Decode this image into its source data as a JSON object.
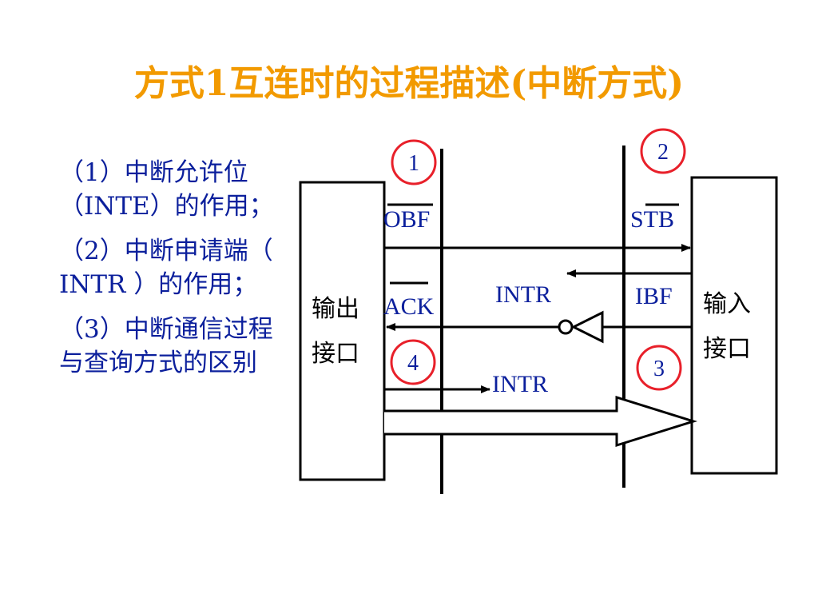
{
  "title": "方式1互连时的过程描述(中断方式)",
  "notes": [
    "（1）中断允许位（INTE）的作用；",
    "（2）中断申请端（ INTR ）的作用；",
    "（3）中断通信过程与查询方式的区别"
  ],
  "diagram": {
    "output_box_label": [
      "输出",
      "接口"
    ],
    "input_box_label": [
      "输入",
      "接口"
    ],
    "signals": {
      "obf": "OBF",
      "ack": "ACK",
      "stb": "STB",
      "ibf": "IBF",
      "intr_top": "INTR",
      "intr_bottom": "INTR"
    },
    "steps": [
      "1",
      "2",
      "3",
      "4"
    ],
    "colors": {
      "text": "#0b1f9c",
      "circle": "#e8202a",
      "title": "#f29a00",
      "line": "#000000"
    }
  }
}
